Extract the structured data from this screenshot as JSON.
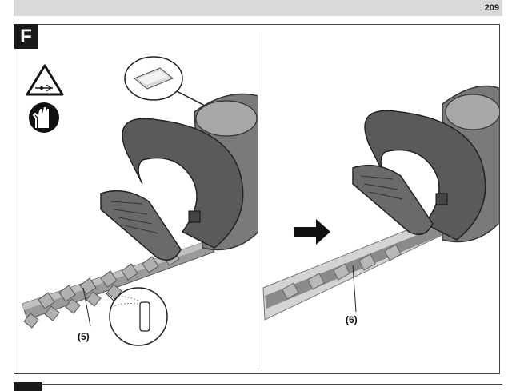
{
  "page": {
    "number": "209"
  },
  "figure": {
    "letter": "F"
  },
  "labels": {
    "left_part": "(5)",
    "right_part": "(6)"
  }
}
